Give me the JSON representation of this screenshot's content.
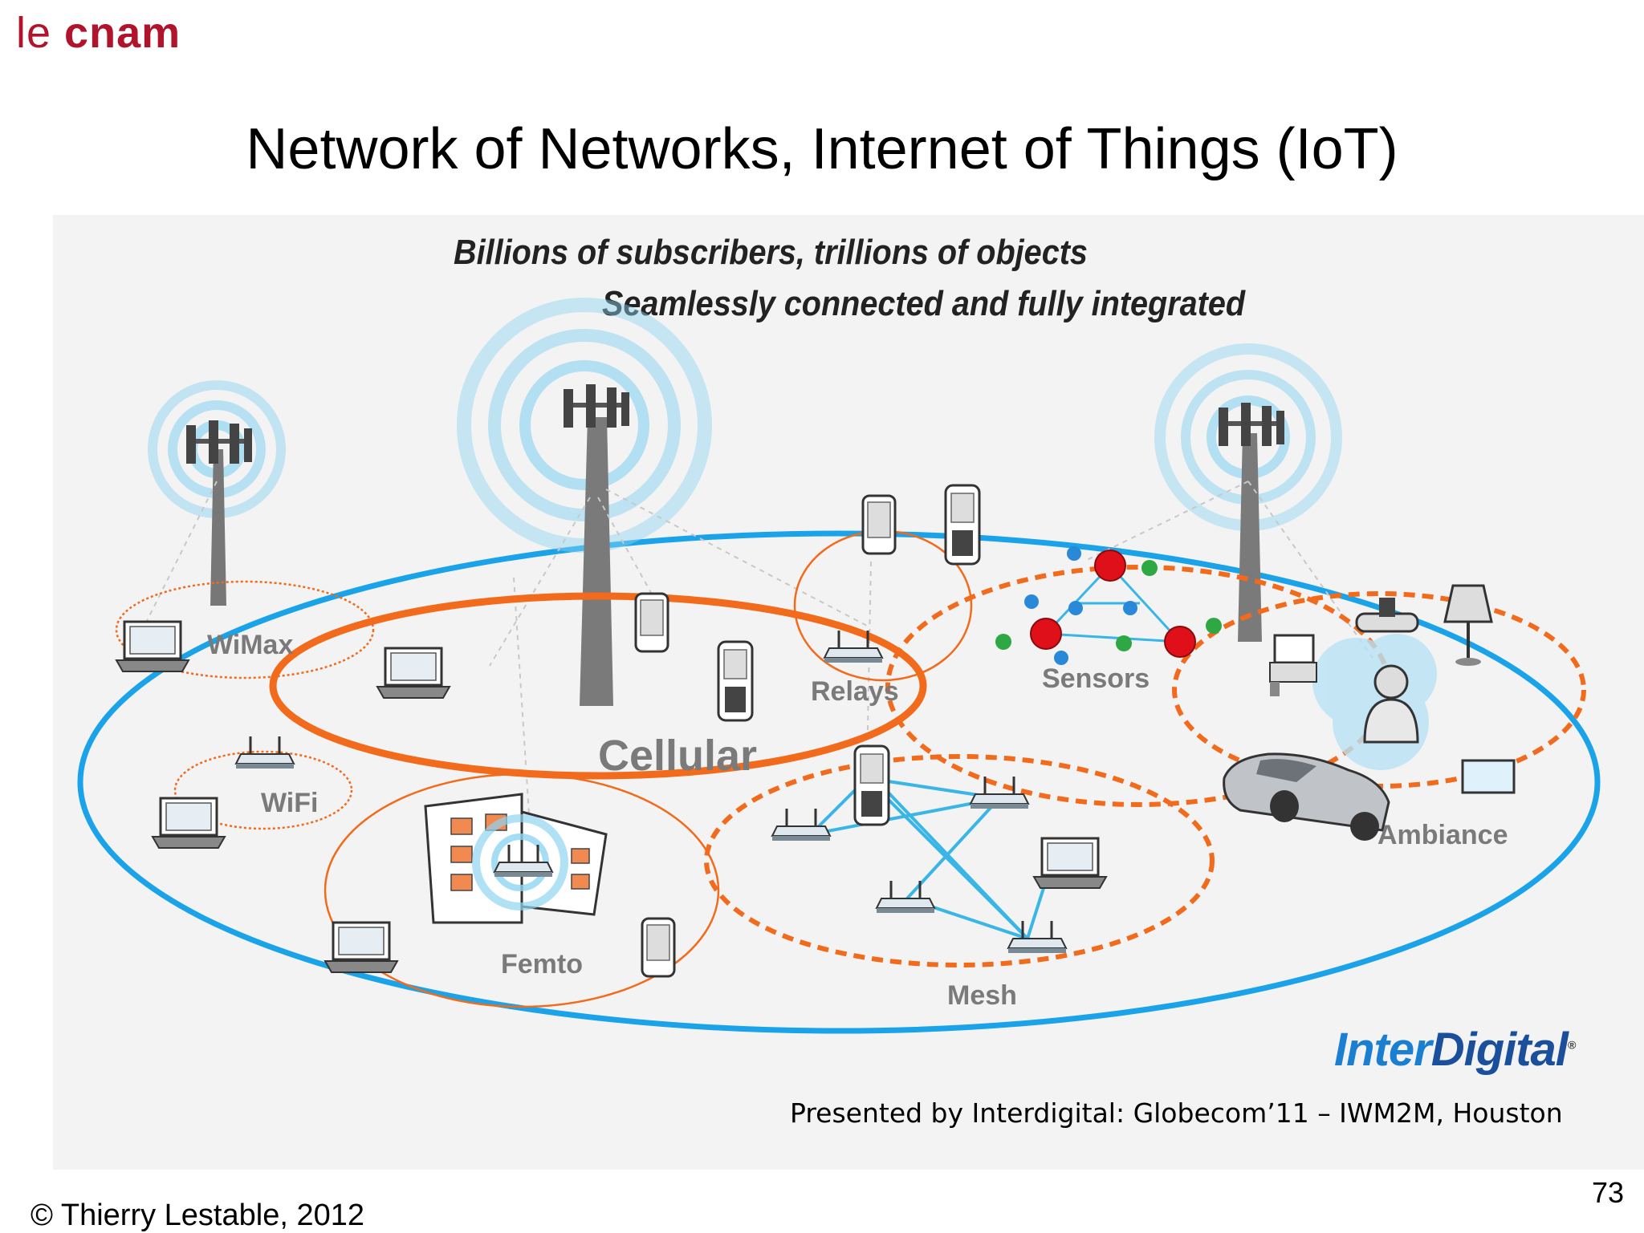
{
  "header": {
    "logo_prefix": "le",
    "logo_word": "cnam",
    "title": "Network of Networks, Internet of Things (IoT)"
  },
  "diagram": {
    "subtitle_line1": "Billions of subscribers, trillions of objects",
    "subtitle_line2": "Seamlessly connected and fully integrated",
    "labels": {
      "wimax": "WiMax",
      "cellular": "Cellular",
      "relays": "Relays",
      "sensors": "Sensors",
      "wifi": "WiFi",
      "femto": "Femto",
      "mesh": "Mesh",
      "ambiance": "Ambiance"
    },
    "colors": {
      "outer_ring": "#1aa3e8",
      "cellular_ring": "#f26a1b",
      "dashed_rings": "#f26a1b",
      "mesh_links": "#3ab6e6",
      "sensor_red": "#e0101a",
      "sensor_green": "#2ea843",
      "sensor_blue": "#2a88d8"
    },
    "icons": [
      "tower-icon",
      "laptop-icon",
      "phone-icon",
      "router-icon",
      "car-icon",
      "lamp-icon",
      "person-icon",
      "building-icon"
    ]
  },
  "brand": {
    "part1": "Inter",
    "part2": "Digital",
    "mark": "®"
  },
  "footer": {
    "credit": "Presented by Interdigital: Globecom’11 – IWM2M, Houston",
    "copyright": "© Thierry Lestable, 2012",
    "page_number": "73"
  }
}
